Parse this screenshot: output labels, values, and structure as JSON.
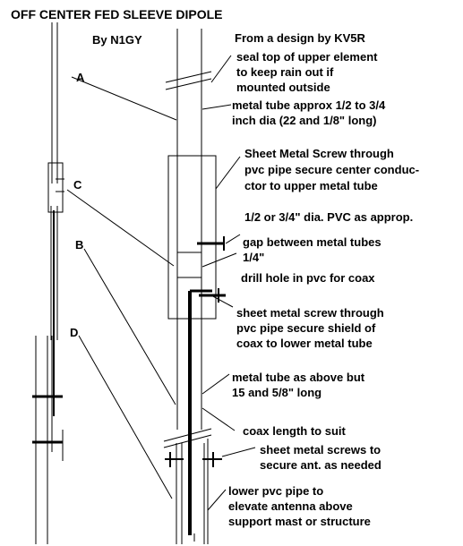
{
  "title": "OFF CENTER FED SLEEVE DIPOLE",
  "author": "By N1GY",
  "credit": "From a design by KV5R",
  "letters": {
    "a": "A",
    "b": "B",
    "c": "C",
    "d": "D"
  },
  "notes": {
    "seal_1": "seal top of upper element",
    "seal_2": "to keep rain out if",
    "seal_3": "mounted outside",
    "tube_1": "metal tube approx 1/2 to 3/4",
    "tube_2": "inch dia  (22 and 1/8\" long)",
    "screw_1": "Sheet Metal Screw through",
    "screw_2": "pvc pipe secure center conduc-",
    "screw_3": "ctor to upper metal tube",
    "pvc": "1/2 or 3/4\" dia. PVC as approp.",
    "gap_1": "gap between metal tubes",
    "gap_2": "1/4\"",
    "drill": "drill hole in pvc for coax",
    "shield_1": "sheet metal screw through",
    "shield_2": "pvc pipe secure shield of",
    "shield_3": "coax to lower metal tube",
    "lower_1": "metal tube as above but",
    "lower_2": "15 and 5/8\" long",
    "coax": "coax length to suit",
    "secure_1": "sheet metal screws to",
    "secure_2": "secure ant. as needed",
    "mast_1": "lower pvc pipe to",
    "mast_2": "elevate antenna above",
    "mast_3": "support mast or structure"
  }
}
